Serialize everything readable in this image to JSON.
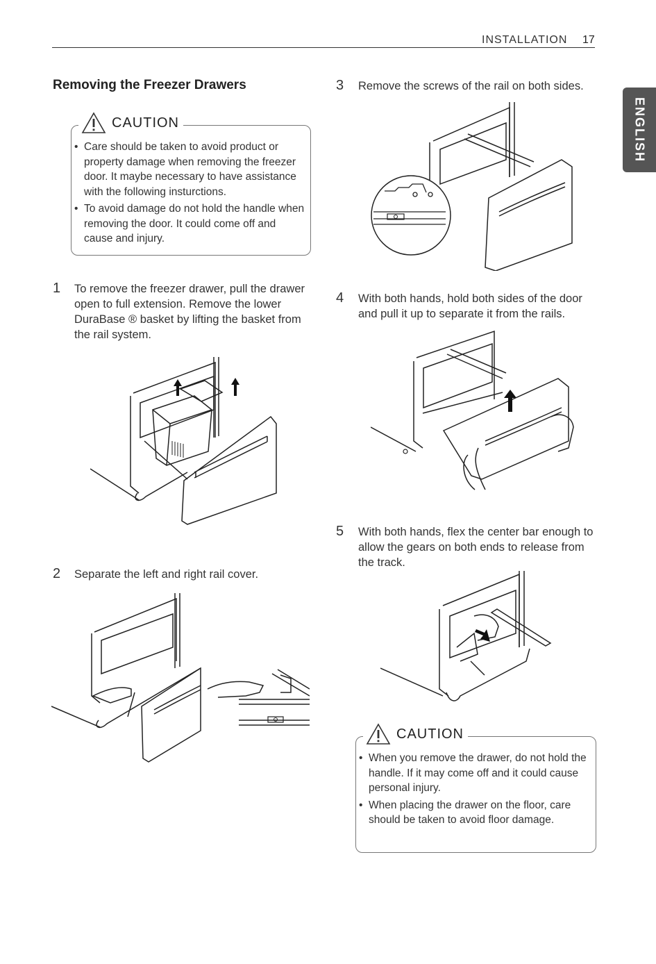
{
  "header": {
    "section": "INSTALLATION",
    "page_number": "17",
    "language_tab": "ENGLISH"
  },
  "section_title": "Removing the Freezer Drawers",
  "caution_top": {
    "heading": "CAUTION",
    "items": [
      "Care should be taken to avoid product or property damage when removing the freezer door. It maybe necessary to have assistance with the following insturctions.",
      "To avoid damage do not hold the handle when removing the door. It could come off and cause and injury."
    ]
  },
  "steps": [
    {
      "number": "1",
      "text": "To remove the freezer drawer, pull the drawer open to full extension. Remove the lower DuraBase ® basket by lifting the basket from the rail system."
    },
    {
      "number": "2",
      "text": "Separate the left and right rail cover."
    },
    {
      "number": "3",
      "text": "Remove the screws of the rail on both sides."
    },
    {
      "number": "4",
      "text": "With both hands, hold both sides of the door and pull it up to separate it from the rails."
    },
    {
      "number": "5",
      "text": "With both hands, flex the center bar enough to allow the gears on both ends to release from the track."
    }
  ],
  "caution_bottom": {
    "heading": "CAUTION",
    "items": [
      "When you remove the drawer, do not hold the handle. If it may come off and it could cause personal injury.",
      "When placing the drawer on the floor, care should be taken to avoid floor damage."
    ]
  },
  "icons": {
    "warning": "warning-triangle-icon"
  }
}
